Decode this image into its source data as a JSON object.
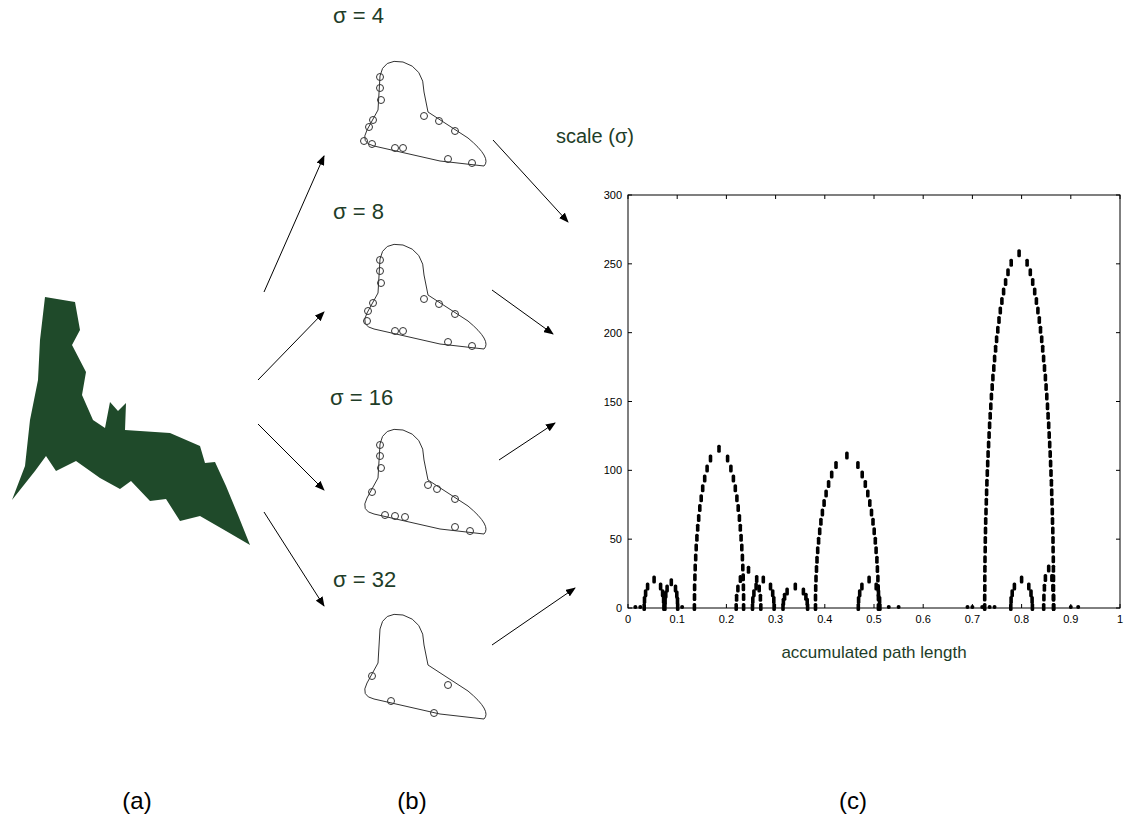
{
  "diagram": {
    "labels": [
      "σ = 4",
      "σ = 8",
      "σ = 16",
      "σ = 32",
      "scale (σ)",
      "300",
      "250",
      "200",
      "150",
      "100",
      "50",
      "0",
      "0",
      "0.1",
      "0.2",
      "0.3",
      "0.4",
      "0.5",
      "0.6",
      "0.7",
      "0.8",
      "0.9",
      "1",
      "accumulated path length",
      "(a)",
      "(b)",
      "(c)"
    ]
  }
}
